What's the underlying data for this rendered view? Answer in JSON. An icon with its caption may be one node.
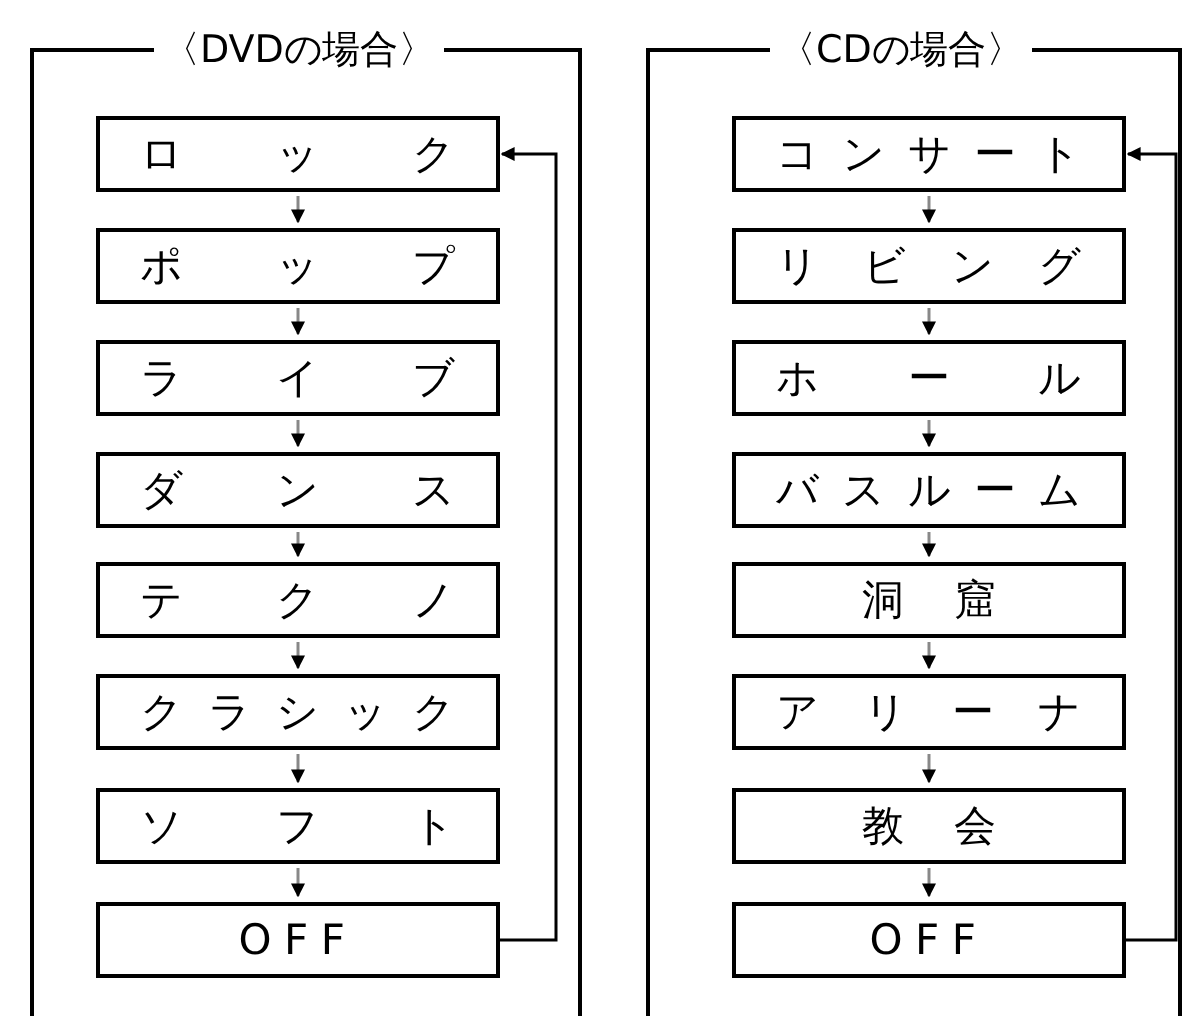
{
  "diagram": {
    "nodes": [
      {
        "text": [
          "〈DVDの場合〉"
        ]
      },
      {
        "text": [
          "ロック"
        ],
        "in": 0
      },
      {
        "text": [
          "ポップ"
        ],
        "in": 0
      },
      {
        "text": [
          "ライブ"
        ],
        "in": 0
      },
      {
        "text": [
          "ダンス"
        ],
        "in": 0
      },
      {
        "text": [
          "テクノ"
        ],
        "in": 0
      },
      {
        "text": [
          "クラシック"
        ],
        "in": 0
      },
      {
        "text": [
          "ソフト"
        ],
        "in": 0
      },
      {
        "text": [
          "OFF"
        ],
        "in": 0
      },
      {
        "text": [
          "〈CDの場合〉"
        ]
      },
      {
        "text": [
          "コンサート"
        ],
        "in": 9
      },
      {
        "text": [
          "リビング"
        ],
        "in": 9
      },
      {
        "text": [
          "ホール"
        ],
        "in": 9
      },
      {
        "text": [
          "バスルーム"
        ],
        "in": 9
      },
      {
        "text": [
          "洞窟"
        ],
        "in": 9
      },
      {
        "text": [
          "アリーナ"
        ],
        "in": 9
      },
      {
        "text": [
          "教会"
        ],
        "in": 9
      },
      {
        "text": [
          "OFF"
        ],
        "in": 9
      }
    ],
    "edges": [
      {
        "from": 1,
        "to": 2,
        "arrow": "to"
      },
      {
        "from": 2,
        "to": 3,
        "arrow": "to"
      },
      {
        "from": 3,
        "to": 4,
        "arrow": "to"
      },
      {
        "from": 4,
        "to": 5,
        "arrow": "to"
      },
      {
        "from": 5,
        "to": 6,
        "arrow": "to"
      },
      {
        "from": 6,
        "to": 7,
        "arrow": "to"
      },
      {
        "from": 7,
        "to": 8,
        "arrow": "to"
      },
      {
        "from": 8,
        "to": 1,
        "arrow": "to",
        "color": "#000000"
      },
      {
        "from": 10,
        "to": 11,
        "arrow": "to"
      },
      {
        "from": 11,
        "to": 12,
        "arrow": "to"
      },
      {
        "from": 12,
        "to": 13,
        "arrow": "to"
      },
      {
        "from": 13,
        "to": 14,
        "arrow": "to"
      },
      {
        "from": 14,
        "to": 15,
        "arrow": "to"
      },
      {
        "from": 15,
        "to": 16,
        "arrow": "to"
      },
      {
        "from": 16,
        "to": 17,
        "arrow": "to"
      },
      {
        "from": 17,
        "to": 10,
        "arrow": "to",
        "color": "#000000"
      }
    ]
  }
}
